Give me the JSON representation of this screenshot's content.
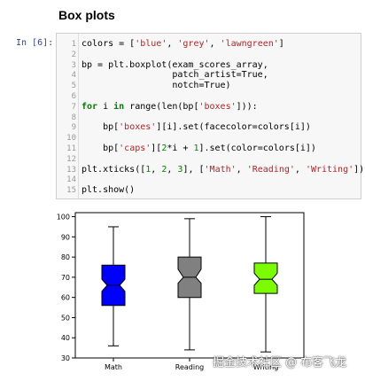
{
  "section": {
    "heading": "Box plots"
  },
  "cell": {
    "prompt": "In [6]:",
    "lines": [
      {
        "n": "1",
        "code": "colors = ['blue', 'grey', 'lawngreen']"
      },
      {
        "n": "2",
        "code": ""
      },
      {
        "n": "3",
        "code": "bp = plt.boxplot(exam_scores_array,"
      },
      {
        "n": "4",
        "code": "                 patch_artist=True,"
      },
      {
        "n": "5",
        "code": "                 notch=True)"
      },
      {
        "n": "6",
        "code": ""
      },
      {
        "n": "7",
        "code": "for i in range(len(bp['boxes'])):"
      },
      {
        "n": "8",
        "code": ""
      },
      {
        "n": "9",
        "code": "    bp['boxes'][i].set(facecolor=colors[i])"
      },
      {
        "n": "10",
        "code": ""
      },
      {
        "n": "11",
        "code": "    bp['caps'][2*i + 1].set(color=colors[i])"
      },
      {
        "n": "12",
        "code": ""
      },
      {
        "n": "13",
        "code": "plt.xticks([1, 2, 3], ['Math', 'Reading', 'Writing'])"
      },
      {
        "n": "14",
        "code": ""
      },
      {
        "n": "15",
        "code": "plt.show()"
      }
    ]
  },
  "chart_data": {
    "type": "box",
    "categories": [
      "Math",
      "Reading",
      "Writing"
    ],
    "boxes": [
      {
        "name": "Math",
        "min": 36,
        "q1": 56,
        "median": 66,
        "q3": 76,
        "max": 95,
        "notch_low": 63,
        "notch_high": 69,
        "color": "#0000ff"
      },
      {
        "name": "Reading",
        "min": 34,
        "q1": 60,
        "median": 70,
        "q3": 80,
        "max": 99,
        "notch_low": 67,
        "notch_high": 74,
        "color": "#808080"
      },
      {
        "name": "Writing",
        "min": 33,
        "q1": 62,
        "median": 69,
        "q3": 77,
        "max": 100,
        "notch_low": 66,
        "notch_high": 72,
        "color": "#7cfc00"
      }
    ],
    "ylim": [
      30,
      102
    ],
    "yticks": [
      30,
      40,
      50,
      60,
      70,
      80,
      90,
      100
    ],
    "grid": false
  },
  "watermark": "掘金技术社区 @ 布客飞龙"
}
